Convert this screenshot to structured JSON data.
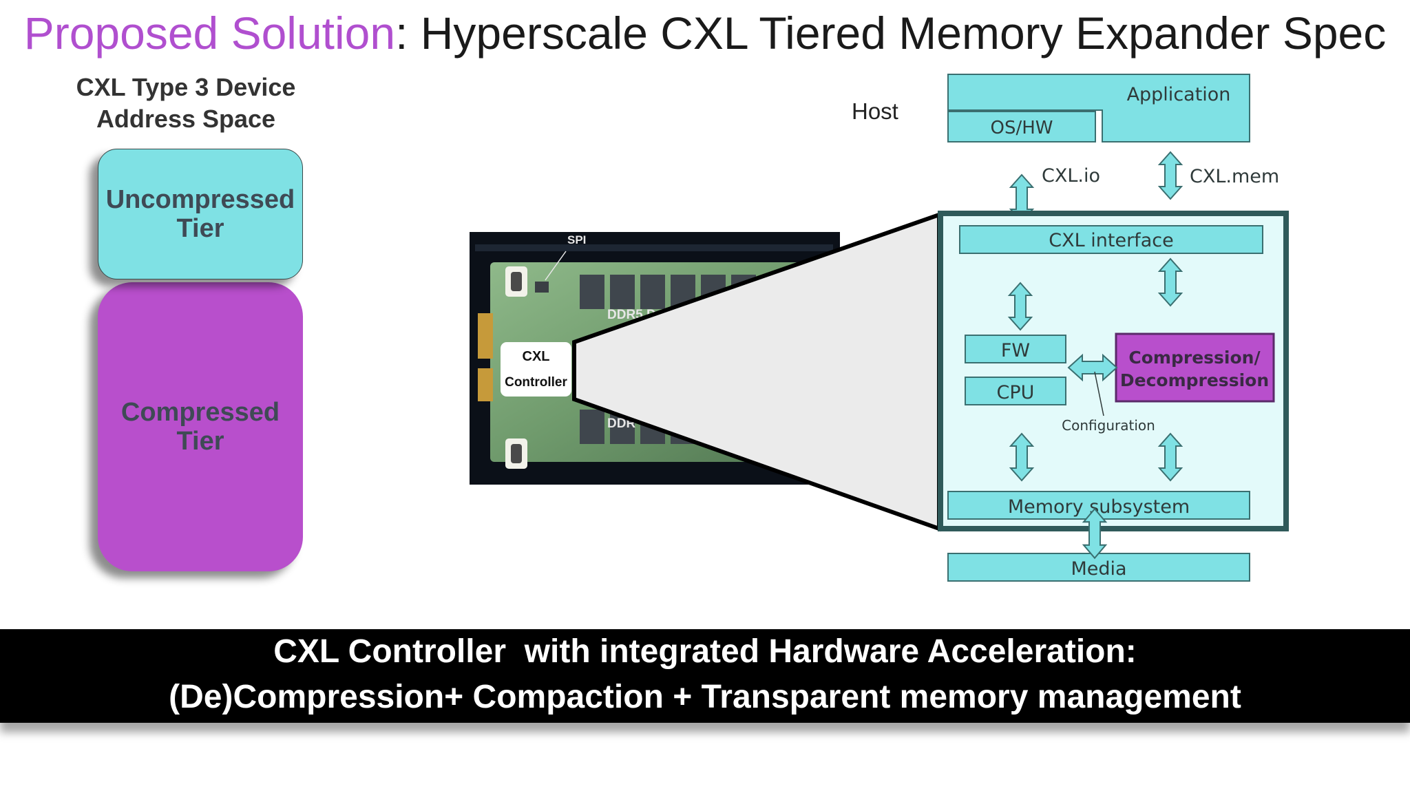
{
  "title": {
    "highlight": "Proposed Solution",
    "rest": ": Hyperscale CXL Tiered Memory Expander Spec"
  },
  "address_space": {
    "heading_line1": "CXL Type 3 Device",
    "heading_line2": "Address Space",
    "tiers": [
      {
        "line1": "Uncompressed",
        "line2": "Tier",
        "color": "#7fe1e4"
      },
      {
        "line1": "Compressed",
        "line2": "Tier",
        "color": "#b84fcc"
      }
    ]
  },
  "photo": {
    "labels": {
      "spi": "SPI",
      "ddr_top": "DDR5 D",
      "ddr_bottom": "DDR"
    },
    "chip_line1": "CXL",
    "chip_line2": "Controller"
  },
  "block_diagram": {
    "host": "Host",
    "application": "Application",
    "os_hw": "OS/HW",
    "cxl_io": "CXL.io",
    "cxl_mem": "CXL.mem",
    "cxl_interface": "CXL interface",
    "fw": "FW",
    "cpu": "CPU",
    "compression_line1": "Compression/",
    "compression_line2": "Decompression",
    "configuration": "Configuration",
    "memory_subsystem": "Memory subsystem",
    "media": "Media",
    "colors": {
      "box": "#7fe1e4",
      "purple": "#b84fcc",
      "frame": "#2f5a5a",
      "panel": "#e3fafa"
    }
  },
  "banner": {
    "line1": "CXL Controller  with integrated Hardware Acceleration:",
    "line2": "(De)Compression+ Compaction + Transparent memory management"
  }
}
